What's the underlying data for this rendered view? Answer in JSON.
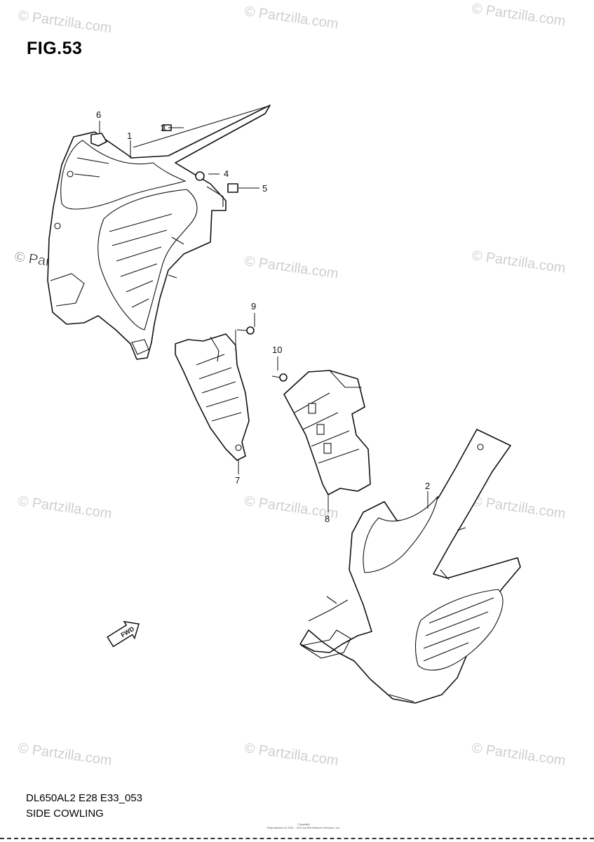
{
  "figure": {
    "title": "FIG.53",
    "model_code": "DL650AL2 E28 E33_053",
    "name": "SIDE COWLING",
    "copyright_line1": "Copyright",
    "copyright_line2": "Reproduction in 2001 - 2011 by ARI Network Services, Inc."
  },
  "callouts": [
    "1",
    "2",
    "3",
    "4",
    "5",
    "6",
    "7",
    "8",
    "9",
    "10"
  ],
  "direction_arrow": {
    "label": "FWD",
    "icon": "forward-arrow-icon"
  },
  "watermark": {
    "text": "© Partzilla.com",
    "color": "#cfcfcf"
  }
}
